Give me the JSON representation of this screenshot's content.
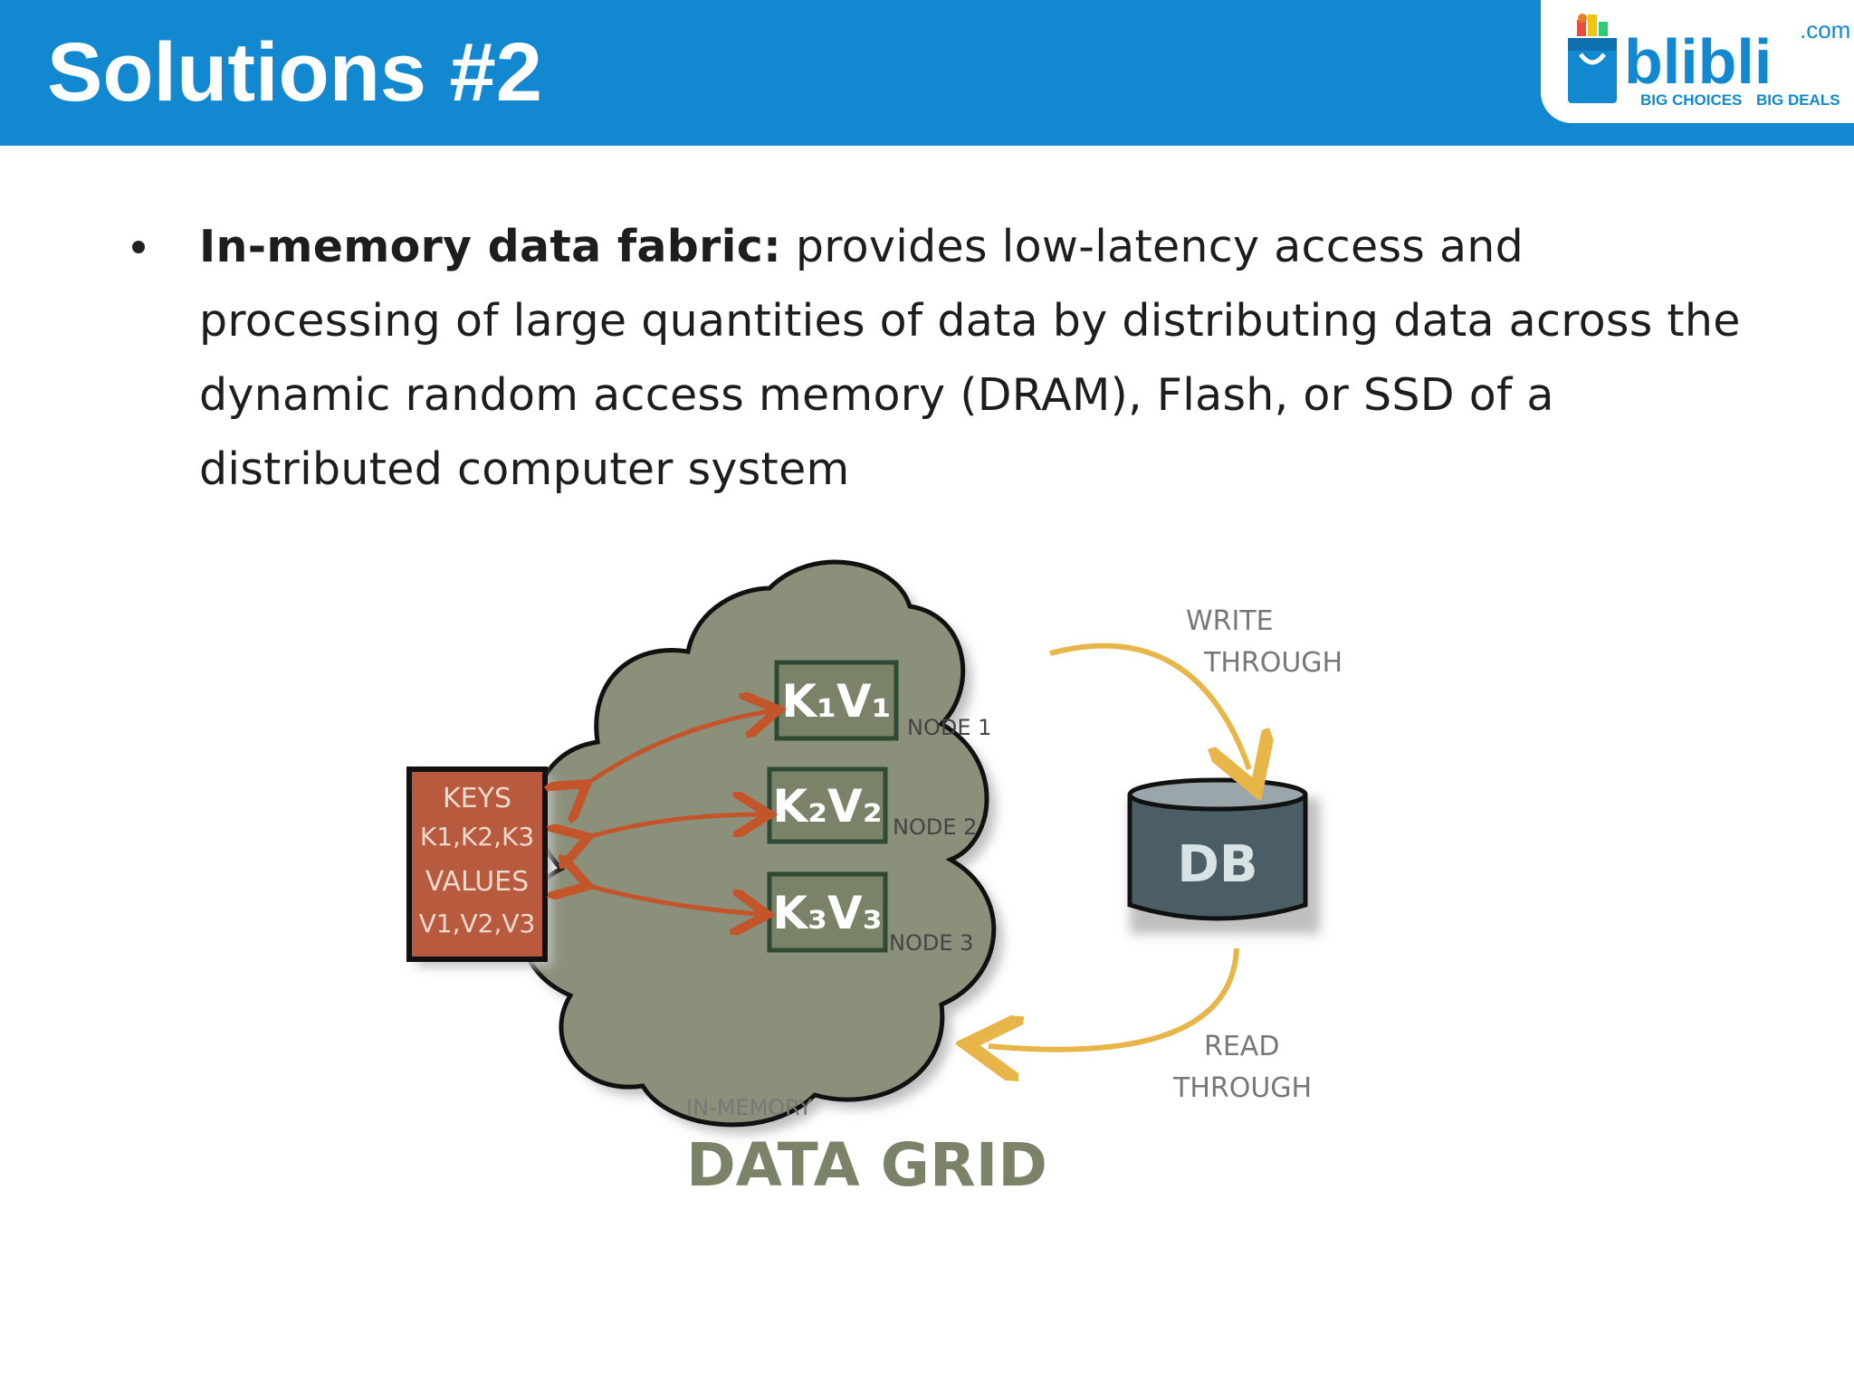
{
  "slide": {
    "title": "Solutions #2"
  },
  "logo": {
    "brand": "blibli",
    "suffix": ".com",
    "tagline_left": "BIG CHOICES",
    "tagline_right": "BIG DEALS"
  },
  "bullet": {
    "term": "In-memory data fabric:",
    "text": " provides low-latency access and processing of large quantities of data by distributing data across the dynamic random access memory (DRAM), Flash, or SSD of a distributed computer system"
  },
  "diagram": {
    "keys_box": [
      "KEYS",
      "K1,K2,K3",
      "VALUES",
      "V1,V2,V3"
    ],
    "nodes": [
      {
        "label": "K₁V₁",
        "node": "NODE 1"
      },
      {
        "label": "K₂V₂",
        "node": "NODE 2"
      },
      {
        "label": "K₃V₃",
        "node": "NODE 3"
      }
    ],
    "db_label": "DB",
    "write_label_1": "WRITE",
    "write_label_2": "THROUGH",
    "read_label_1": "READ",
    "read_label_2": "THROUGH",
    "grid_caption_small": "IN-MEMORY",
    "grid_caption_big": "DATA GRID"
  },
  "colors": {
    "header": "#1188d0",
    "cloud": "#8a9079",
    "keys_box": "#b85a3d",
    "db": "#4c5e65",
    "write_arrow": "#e7b548",
    "key_arrows": "#c4552b"
  }
}
